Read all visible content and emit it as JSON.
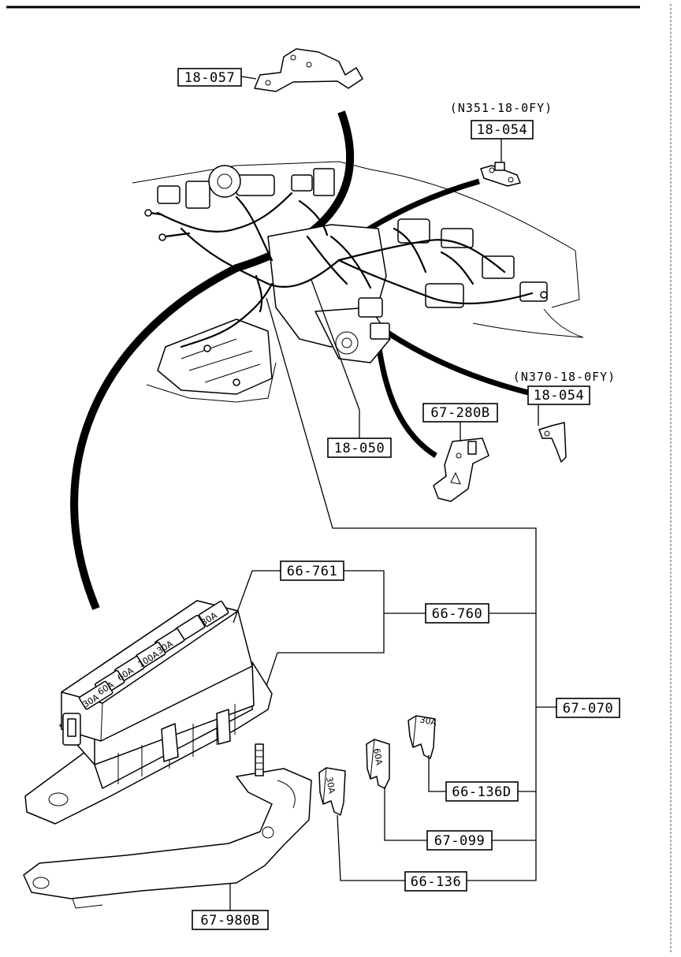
{
  "diagram": {
    "callouts": [
      {
        "id": "c-18-057",
        "label": "18-057"
      },
      {
        "id": "c-18-054-top",
        "label": "18-054",
        "note": "(N351-18-0FY)"
      },
      {
        "id": "c-18-054-right",
        "label": "18-054",
        "note": "(N370-18-0FY)"
      },
      {
        "id": "c-67-280b",
        "label": "67-280B"
      },
      {
        "id": "c-18-050",
        "label": "18-050"
      },
      {
        "id": "c-66-761",
        "label": "66-761"
      },
      {
        "id": "c-66-760",
        "label": "66-760"
      },
      {
        "id": "c-67-070",
        "label": "67-070"
      },
      {
        "id": "c-66-136d",
        "label": "66-136D"
      },
      {
        "id": "c-67-099",
        "label": "67-099"
      },
      {
        "id": "c-66-136",
        "label": "66-136"
      },
      {
        "id": "c-67-980b",
        "label": "67-980B"
      }
    ],
    "fuse_labels": [
      "30A",
      "30A",
      "100A",
      "60A",
      "60A",
      "30A"
    ],
    "fuse_tags": [
      "30A",
      "60A",
      "30A"
    ]
  }
}
